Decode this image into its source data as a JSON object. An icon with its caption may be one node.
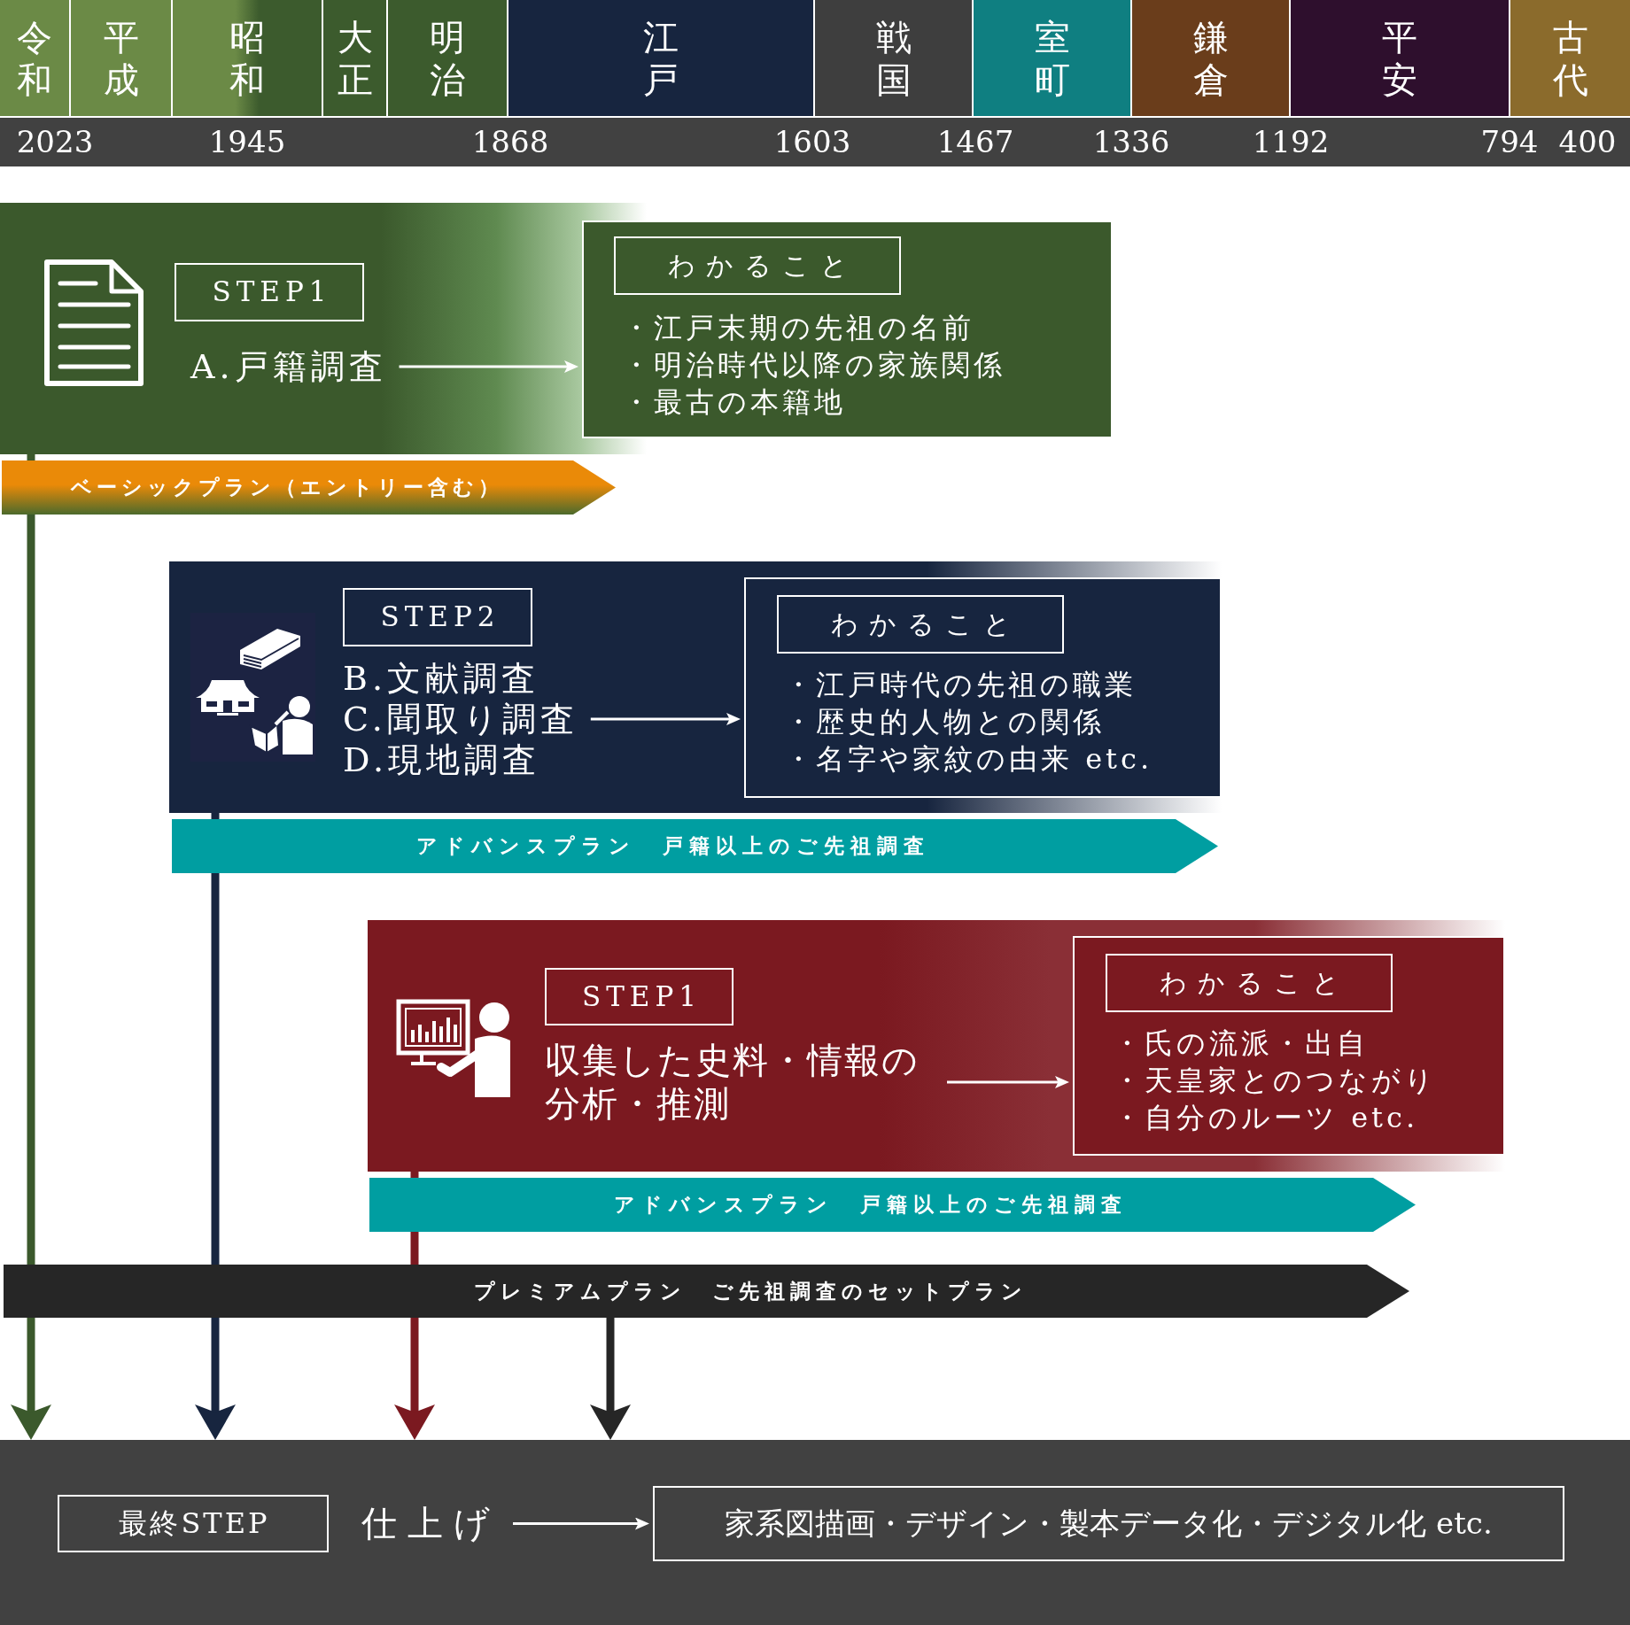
{
  "diagram": {
    "nodes": [
      {
        "text": [
          "令和"
        ]
      },
      {
        "text": [
          "平成"
        ]
      },
      {
        "text": [
          "昭和"
        ]
      },
      {
        "text": [
          "大正"
        ]
      },
      {
        "text": [
          "明治"
        ]
      },
      {
        "text": [
          "江戸"
        ]
      },
      {
        "text": [
          "戦国"
        ]
      },
      {
        "text": [
          "室町"
        ]
      },
      {
        "text": [
          "鎌倉"
        ]
      },
      {
        "text": [
          "平安"
        ]
      },
      {
        "text": [
          "古代"
        ]
      },
      {
        "text": [
          "2023",
          "1945",
          "1868",
          "1603",
          "1467",
          "1336",
          "1192",
          "794",
          "400"
        ]
      },
      {
        "text": [],
        "shape": "box"
      },
      {
        "text": [
          "STEP1"
        ],
        "in": 12
      },
      {
        "text": [
          "A.戸籍調査"
        ],
        "in": 12
      },
      {
        "text": [
          "・江戸末期の先祖の名前",
          "・明治時代以降の家族関係",
          "・最古の本籍地"
        ]
      },
      {
        "text": [
          "わかること"
        ],
        "in": 15
      },
      {
        "text": [
          "ベーシックプラン（エントリー含む）"
        ]
      },
      {
        "text": [],
        "shape": "box"
      },
      {
        "text": [
          "STEP2"
        ],
        "in": 18
      },
      {
        "text": [
          "B.文献調査",
          "C.聞取り調査",
          "D.現地調査"
        ],
        "in": 18
      },
      {
        "text": [
          "・江戸時代の先祖の職業",
          "・歴史的人物との関係",
          "・名字や家紋の由来 etc."
        ],
        "in": 18
      },
      {
        "text": [
          "わかること"
        ],
        "in": 21
      },
      {
        "text": [
          "アドバンスプラン　戸籍以上のご先祖調査"
        ]
      },
      {
        "text": [],
        "shape": "box"
      },
      {
        "text": [
          "STEP1"
        ],
        "in": 24
      },
      {
        "text": [
          "収集した史料・情報の分析・推測"
        ],
        "in": 24
      },
      {
        "text": [
          "・氏の流派・出自",
          "・天皇家とのつながり",
          "・自分のルーツ etc."
        ],
        "in": 24
      },
      {
        "text": [
          "わかること"
        ],
        "in": 27
      },
      {
        "text": [
          "アドバンスプラン　戸籍以上のご先祖調査"
        ]
      },
      {
        "text": [
          "プレミアムプラン　ご先祖調査のセットプラン"
        ]
      },
      {
        "text": [],
        "shape": "box"
      },
      {
        "text": [
          "最終STEP"
        ],
        "in": 31
      },
      {
        "text": [
          "仕上げ"
        ],
        "in": 31
      },
      {
        "text": [
          "家系図描画・デザイン・製本データ化・デジタル化 etc."
        ],
        "in": 31
      }
    ],
    "edges": [
      {
        "from": 14,
        "to": 15,
        "arrow": "to"
      },
      {
        "from": 20,
        "to": 21,
        "arrow": "to"
      },
      {
        "from": 26,
        "to": 27,
        "arrow": "to"
      },
      {
        "from": 33,
        "to": 34,
        "arrow": "to"
      },
      {
        "from": 12,
        "to": 17,
        "arrow": "none",
        "color": "#3b592c"
      },
      {
        "from": 17,
        "to": 30,
        "arrow": "none",
        "color": "#3b592c"
      },
      {
        "from": 30,
        "to": 31,
        "arrow": "to",
        "color": "#3b592c"
      },
      {
        "from": 18,
        "to": 23,
        "arrow": "none",
        "color": "#17253f"
      },
      {
        "from": 23,
        "to": 30,
        "arrow": "none",
        "color": "#17253f"
      },
      {
        "from": 30,
        "to": 31,
        "arrow": "to",
        "color": "#17253f"
      },
      {
        "from": 24,
        "to": 29,
        "arrow": "none",
        "color": "#7b1920"
      },
      {
        "from": 29,
        "to": 30,
        "arrow": "none",
        "color": "#7b1920"
      },
      {
        "from": 30,
        "to": 31,
        "arrow": "to",
        "color": "#7b1920"
      },
      {
        "from": 30,
        "to": 31,
        "arrow": "to",
        "color": "#262626"
      }
    ]
  }
}
